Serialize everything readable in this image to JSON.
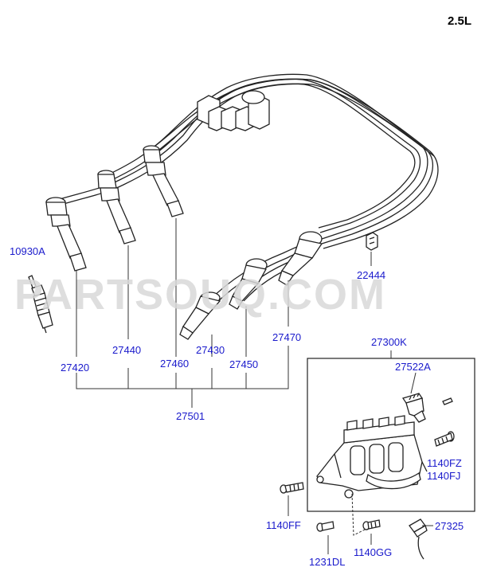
{
  "engine_label": "2.5L",
  "watermark": "PARTSOUQ.COM",
  "colors": {
    "label": "#1a1acc",
    "line": "#222222",
    "watermark": "#d9d9d9"
  },
  "parts": {
    "p10930A": "10930A",
    "p22444": "22444",
    "p27420": "27420",
    "p27440": "27440",
    "p27460": "27460",
    "p27430": "27430",
    "p27450": "27450",
    "p27470": "27470",
    "p27501": "27501",
    "p27300K": "27300K",
    "p27522A": "27522A",
    "p1140FZ": "1140FZ",
    "p1140FJ": "1140FJ",
    "p1140FF": "1140FF",
    "p1231DL": "1231DL",
    "p1140GG": "1140GG",
    "p27325": "27325"
  }
}
